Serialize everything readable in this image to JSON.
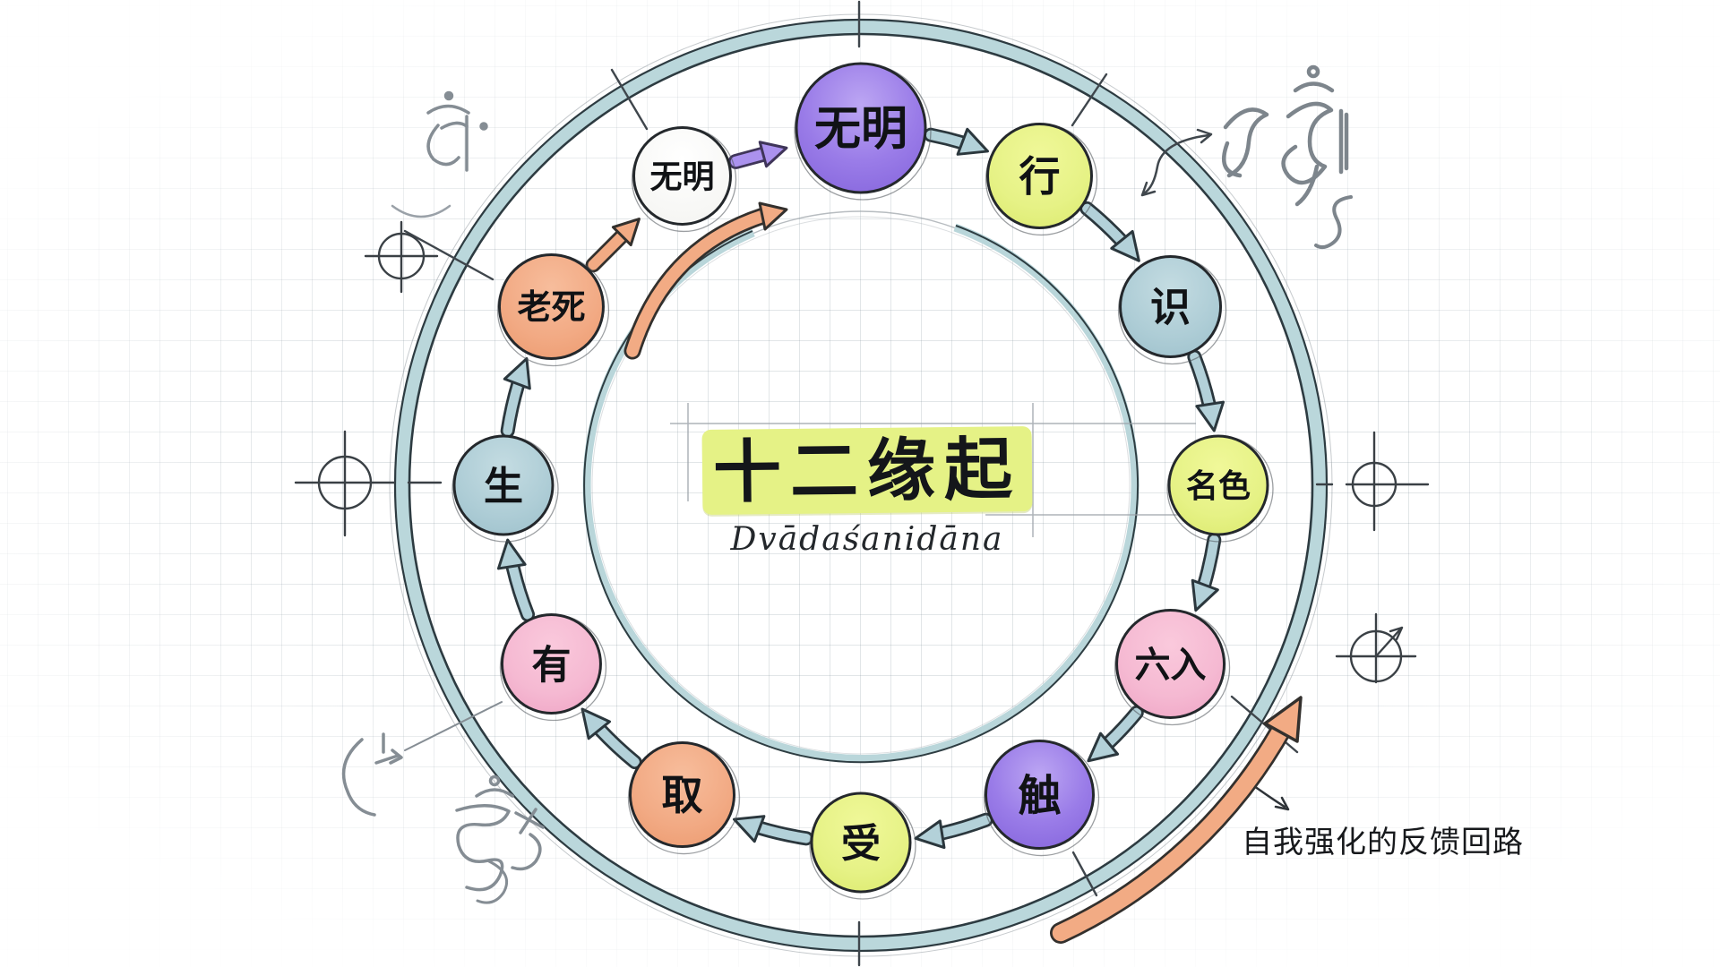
{
  "diagram": {
    "center_title": "十二缘起",
    "center_subtitle": "Dvādaśanidāna",
    "feedback_loop_label": "自我强化的反馈回路",
    "palette": {
      "purple": "#9a7ce8",
      "yellow": "#e6f286",
      "teal": "#aecdd6",
      "pink": "#f5b9d2",
      "salmon": "#f2aa84",
      "white": "#ffffff",
      "ring_band": "#bad7db",
      "ring_line": "#2d3b41",
      "arrow_teal": "#b3d1d9",
      "arrow_orange": "#f2ab84",
      "arrow_purple": "#ab92ee",
      "highlight": "#e5f286",
      "pencil": "#858d94"
    },
    "nodes": [
      {
        "id": "wuming-main",
        "label": "无明",
        "clock": 12,
        "color": "purple",
        "size": 72
      },
      {
        "id": "xing",
        "label": "行",
        "clock": 1,
        "color": "yellow",
        "size": 58
      },
      {
        "id": "shi",
        "label": "识",
        "clock": 2,
        "color": "teal",
        "size": 56
      },
      {
        "id": "mingse",
        "label": "名色",
        "clock": 3,
        "color": "yellow",
        "size": 55
      },
      {
        "id": "liuru",
        "label": "六入",
        "clock": 4,
        "color": "pink",
        "size": 60
      },
      {
        "id": "chu",
        "label": "触",
        "clock": 5,
        "color": "purple",
        "size": 60
      },
      {
        "id": "shou",
        "label": "受",
        "clock": 6,
        "color": "yellow",
        "size": 55
      },
      {
        "id": "qu",
        "label": "取",
        "clock": 7,
        "color": "salmon",
        "size": 58
      },
      {
        "id": "you",
        "label": "有",
        "clock": 8,
        "color": "pink",
        "size": 55
      },
      {
        "id": "sheng",
        "label": "生",
        "clock": 9,
        "color": "teal",
        "size": 55
      },
      {
        "id": "laosi",
        "label": "老死",
        "clock": 10,
        "color": "salmon",
        "size": 58
      },
      {
        "id": "wuming-start",
        "label": "无明",
        "clock": 11,
        "color": "white",
        "size": 54
      }
    ],
    "flow_arrows": [
      {
        "from": "wuming-main",
        "to": "xing",
        "style": "teal"
      },
      {
        "from": "xing",
        "to": "shi",
        "style": "teal"
      },
      {
        "from": "shi",
        "to": "mingse",
        "style": "teal"
      },
      {
        "from": "mingse",
        "to": "liuru",
        "style": "teal"
      },
      {
        "from": "liuru",
        "to": "chu",
        "style": "teal"
      },
      {
        "from": "chu",
        "to": "shou",
        "style": "teal"
      },
      {
        "from": "shou",
        "to": "qu",
        "style": "teal"
      },
      {
        "from": "qu",
        "to": "you",
        "style": "teal"
      },
      {
        "from": "you",
        "to": "sheng",
        "style": "teal"
      },
      {
        "from": "sheng",
        "to": "laosi",
        "style": "teal"
      },
      {
        "from": "laosi",
        "to": "wuming-start",
        "style": "orange"
      },
      {
        "from": "wuming-start",
        "to": "wuming-main",
        "style": "purple"
      }
    ]
  }
}
